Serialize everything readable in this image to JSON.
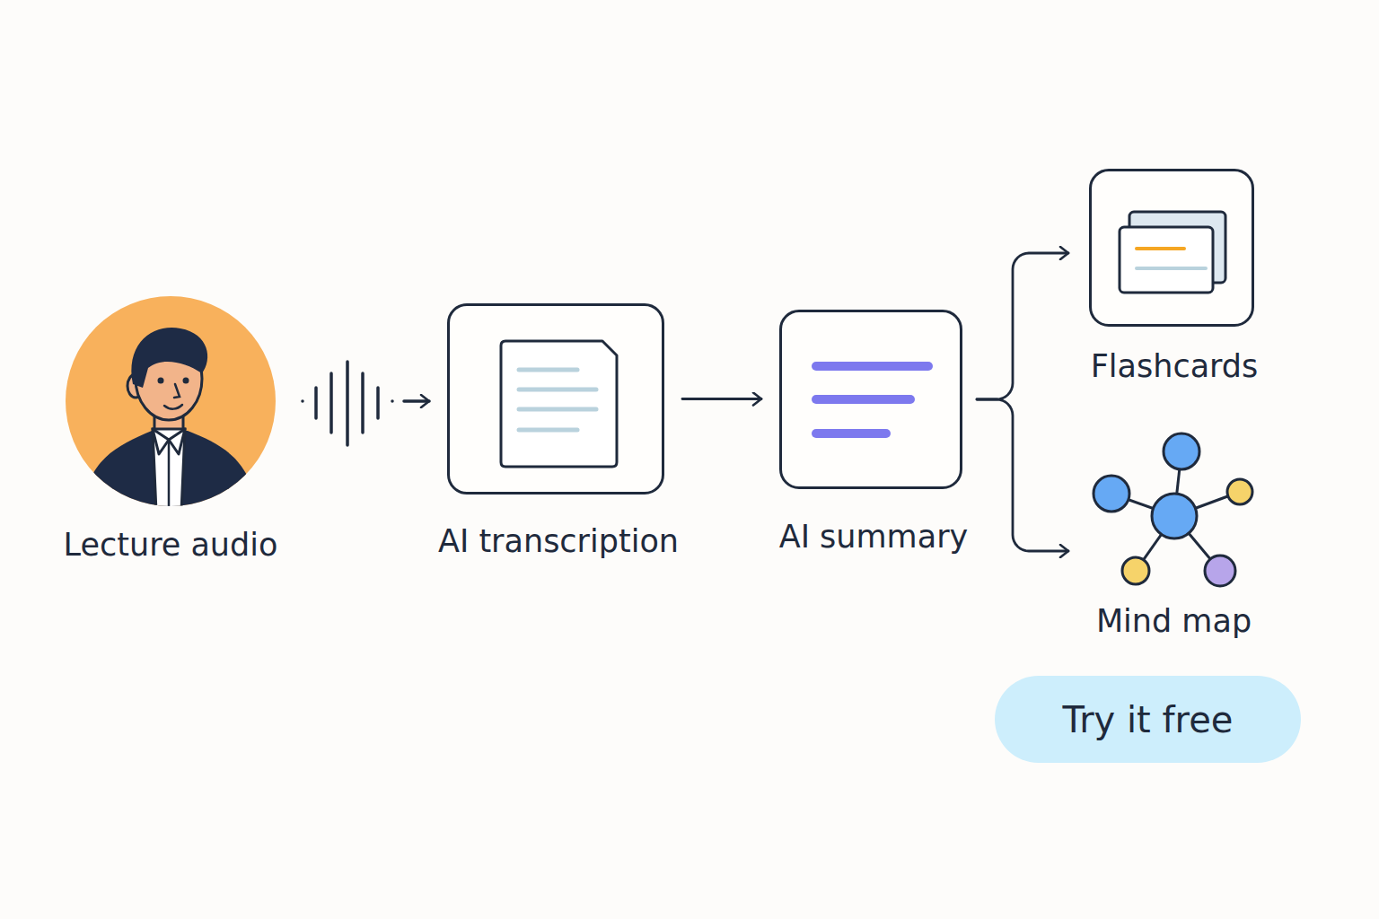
{
  "diagram": {
    "nodes": [
      {
        "text": [
          "Lecture audio"
        ]
      },
      {
        "text": [
          "AI transcription"
        ]
      },
      {
        "text": [
          "AI summary"
        ]
      },
      {
        "text": [
          "Flashcards"
        ]
      },
      {
        "text": [
          "Mind map"
        ]
      },
      {
        "text": [
          "Try it free"
        ]
      }
    ],
    "edges": [
      {
        "from": 0,
        "to": 1,
        "arrow": "to"
      },
      {
        "from": 1,
        "to": 2,
        "arrow": "to"
      },
      {
        "from": 2,
        "to": 3,
        "arrow": "to"
      },
      {
        "from": 2,
        "to": 4,
        "arrow": "to"
      }
    ]
  }
}
